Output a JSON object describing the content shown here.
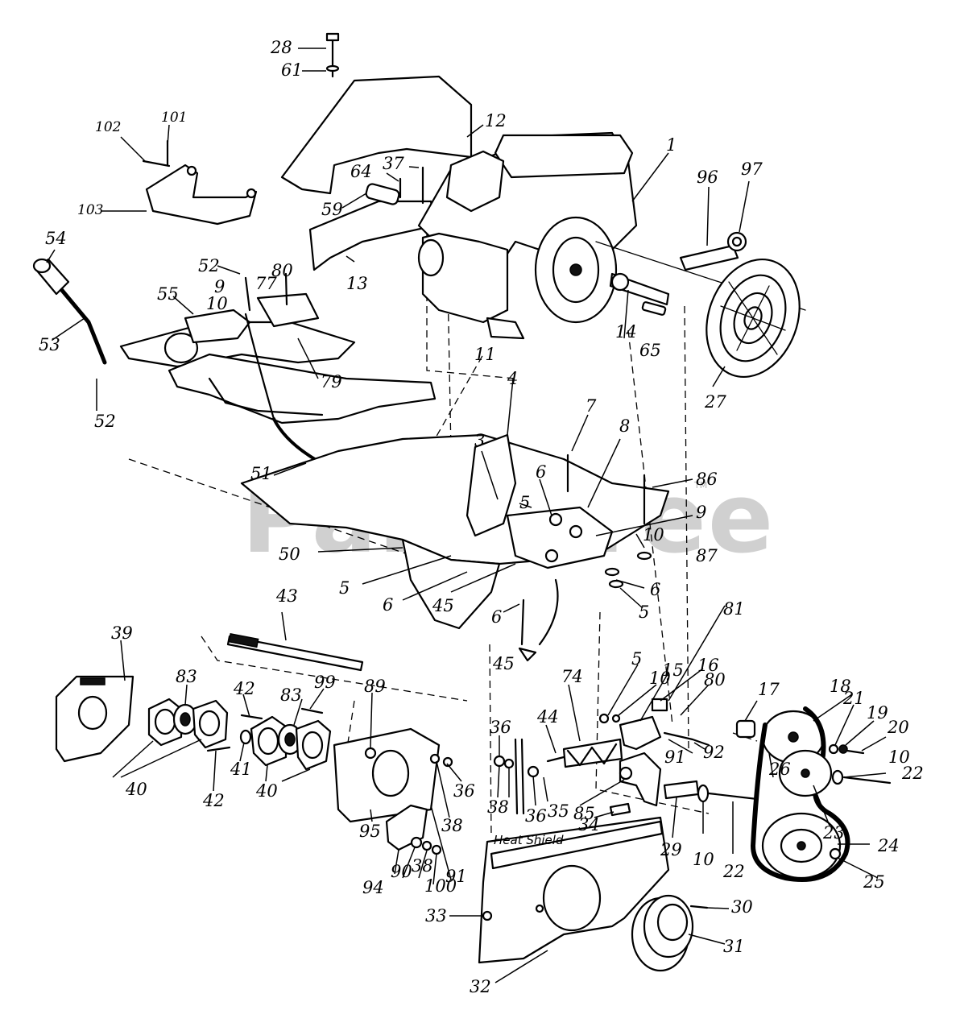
{
  "watermark": {
    "text": "PartsTree",
    "trademark": "TM"
  },
  "heat_shield_note": "Heat Shield",
  "callouts": [
    {
      "id": "c28",
      "text": "28"
    },
    {
      "id": "c61",
      "text": "61"
    },
    {
      "id": "c12",
      "text": "12"
    },
    {
      "id": "c102",
      "text": "102"
    },
    {
      "id": "c101",
      "text": "101"
    },
    {
      "id": "c103",
      "text": "103"
    },
    {
      "id": "c37",
      "text": "37"
    },
    {
      "id": "c64",
      "text": "64"
    },
    {
      "id": "c59",
      "text": "59"
    },
    {
      "id": "c13",
      "text": "13"
    },
    {
      "id": "c1",
      "text": "1"
    },
    {
      "id": "c96",
      "text": "96"
    },
    {
      "id": "c97",
      "text": "97"
    },
    {
      "id": "c54",
      "text": "54"
    },
    {
      "id": "c52a",
      "text": "52"
    },
    {
      "id": "c80a",
      "text": "80"
    },
    {
      "id": "c77",
      "text": "77"
    },
    {
      "id": "c9a",
      "text": "9"
    },
    {
      "id": "c55",
      "text": "55"
    },
    {
      "id": "c10a",
      "text": "10"
    },
    {
      "id": "c53",
      "text": "53"
    },
    {
      "id": "c79",
      "text": "79"
    },
    {
      "id": "c52b",
      "text": "52"
    },
    {
      "id": "c14",
      "text": "14"
    },
    {
      "id": "c65",
      "text": "65"
    },
    {
      "id": "c11",
      "text": "11"
    },
    {
      "id": "c27",
      "text": "27"
    },
    {
      "id": "c4",
      "text": "4"
    },
    {
      "id": "c7",
      "text": "7"
    },
    {
      "id": "c8",
      "text": "8"
    },
    {
      "id": "c3",
      "text": "3"
    },
    {
      "id": "c6a",
      "text": "6"
    },
    {
      "id": "c86",
      "text": "86"
    },
    {
      "id": "c51",
      "text": "51"
    },
    {
      "id": "c5a",
      "text": "5"
    },
    {
      "id": "c9b",
      "text": "9"
    },
    {
      "id": "c10b",
      "text": "10"
    },
    {
      "id": "c50",
      "text": "50"
    },
    {
      "id": "c87",
      "text": "87"
    },
    {
      "id": "c5b",
      "text": "5"
    },
    {
      "id": "c6b",
      "text": "6"
    },
    {
      "id": "c45a",
      "text": "45"
    },
    {
      "id": "c6c",
      "text": "6"
    },
    {
      "id": "c5c",
      "text": "5"
    },
    {
      "id": "c6d",
      "text": "6"
    },
    {
      "id": "c45b",
      "text": "45"
    },
    {
      "id": "c43",
      "text": "43"
    },
    {
      "id": "c81",
      "text": "81"
    },
    {
      "id": "c39",
      "text": "39"
    },
    {
      "id": "c83a",
      "text": "83"
    },
    {
      "id": "c42a",
      "text": "42"
    },
    {
      "id": "c83b",
      "text": "83"
    },
    {
      "id": "c99",
      "text": "99"
    },
    {
      "id": "c89",
      "text": "89"
    },
    {
      "id": "c5d",
      "text": "5"
    },
    {
      "id": "c10c",
      "text": "10"
    },
    {
      "id": "c15",
      "text": "15"
    },
    {
      "id": "c16",
      "text": "16"
    },
    {
      "id": "c80b",
      "text": "80"
    },
    {
      "id": "c17",
      "text": "17"
    },
    {
      "id": "c18",
      "text": "18"
    },
    {
      "id": "c21",
      "text": "21"
    },
    {
      "id": "c19",
      "text": "19"
    },
    {
      "id": "c20",
      "text": "20"
    },
    {
      "id": "c74",
      "text": "74"
    },
    {
      "id": "c44",
      "text": "44"
    },
    {
      "id": "c36a",
      "text": "36"
    },
    {
      "id": "c91a",
      "text": "91"
    },
    {
      "id": "c92",
      "text": "92"
    },
    {
      "id": "c10d",
      "text": "10"
    },
    {
      "id": "c22a",
      "text": "22"
    },
    {
      "id": "c26",
      "text": "26"
    },
    {
      "id": "c40a",
      "text": "40"
    },
    {
      "id": "c41",
      "text": "41"
    },
    {
      "id": "c42b",
      "text": "42"
    },
    {
      "id": "c40b",
      "text": "40"
    },
    {
      "id": "c36b",
      "text": "36"
    },
    {
      "id": "c38a",
      "text": "38"
    },
    {
      "id": "c36c",
      "text": "36"
    },
    {
      "id": "c35",
      "text": "35"
    },
    {
      "id": "c38b",
      "text": "38"
    },
    {
      "id": "c85",
      "text": "85"
    },
    {
      "id": "c34",
      "text": "34"
    },
    {
      "id": "c23",
      "text": "23"
    },
    {
      "id": "c24",
      "text": "24"
    },
    {
      "id": "c95",
      "text": "95"
    },
    {
      "id": "c29",
      "text": "29"
    },
    {
      "id": "c10e",
      "text": "10"
    },
    {
      "id": "c22b",
      "text": "22"
    },
    {
      "id": "c25",
      "text": "25"
    },
    {
      "id": "c94",
      "text": "94"
    },
    {
      "id": "c90",
      "text": "90"
    },
    {
      "id": "c38c",
      "text": "38"
    },
    {
      "id": "c100",
      "text": "100"
    },
    {
      "id": "c91b",
      "text": "91"
    },
    {
      "id": "c33",
      "text": "33"
    },
    {
      "id": "c30",
      "text": "30"
    },
    {
      "id": "c31",
      "text": "31"
    },
    {
      "id": "c32",
      "text": "32"
    }
  ]
}
